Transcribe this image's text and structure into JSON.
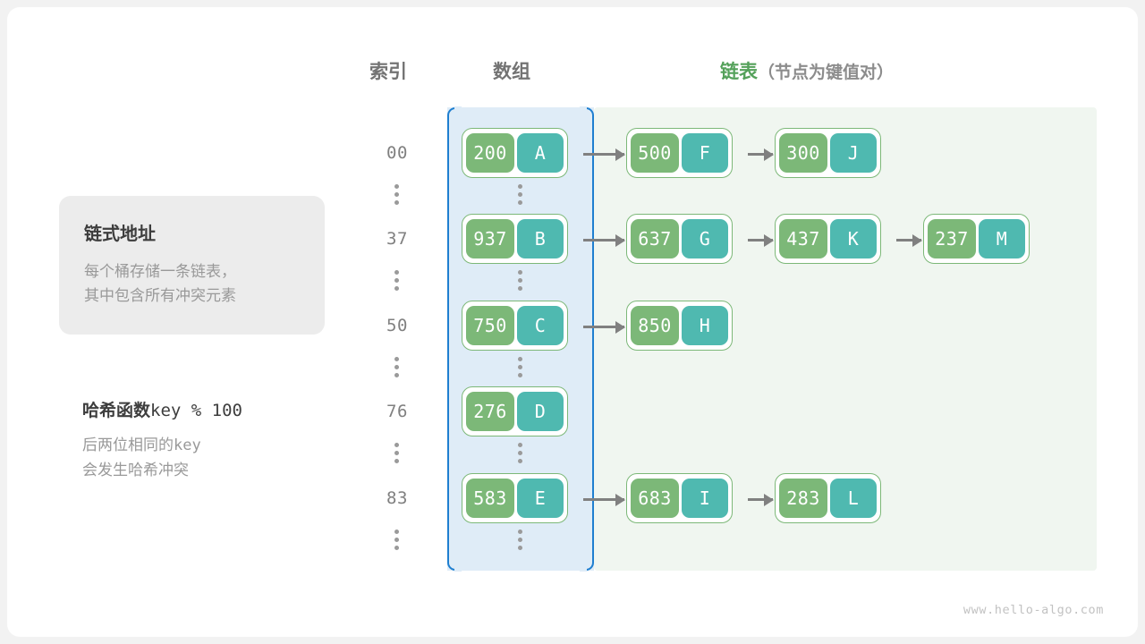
{
  "headers": {
    "index": "索引",
    "array": "数组",
    "list_accent": "链表",
    "list_sub": "（节点为键值对）"
  },
  "info_card": {
    "title": "链式地址",
    "line1": "每个桶存储一条链表，",
    "line2": "其中包含所有冲突元素"
  },
  "note": {
    "title_cn": "哈希函数",
    "title_code": "key % 100",
    "line1": "后两位相同的",
    "line1_code": "key",
    "line2": "会发生哈希冲突"
  },
  "colors": {
    "key_box": "#7cb878",
    "value_box": "#4fb9b0",
    "array_region": "#dfecf7",
    "array_border": "#1f7fd0",
    "list_region": "#f0f6f0",
    "accent_green": "#54a15a",
    "arrow": "#808080"
  },
  "rows": [
    {
      "index": "00",
      "bucket": {
        "key": "200",
        "value": "A"
      },
      "chain": [
        {
          "key": "500",
          "value": "F"
        },
        {
          "key": "300",
          "value": "J"
        }
      ]
    },
    {
      "index": "37",
      "bucket": {
        "key": "937",
        "value": "B"
      },
      "chain": [
        {
          "key": "637",
          "value": "G"
        },
        {
          "key": "437",
          "value": "K"
        },
        {
          "key": "237",
          "value": "M"
        }
      ]
    },
    {
      "index": "50",
      "bucket": {
        "key": "750",
        "value": "C"
      },
      "chain": [
        {
          "key": "850",
          "value": "H"
        }
      ]
    },
    {
      "index": "76",
      "bucket": {
        "key": "276",
        "value": "D"
      },
      "chain": []
    },
    {
      "index": "83",
      "bucket": {
        "key": "583",
        "value": "E"
      },
      "chain": [
        {
          "key": "683",
          "value": "I"
        },
        {
          "key": "283",
          "value": "L"
        }
      ]
    }
  ],
  "watermark": "www.hello-algo.com"
}
